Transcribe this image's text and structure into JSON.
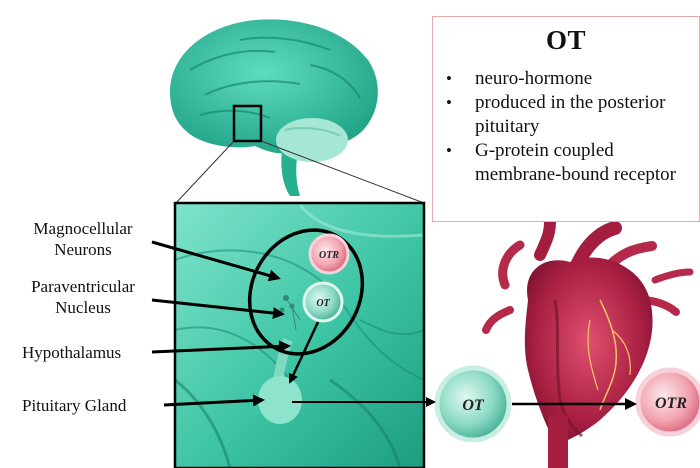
{
  "info_box": {
    "title": "OT",
    "bullets": [
      "neuro-hormone",
      "produced in the posterior pituitary",
      "G-protein coupled membrane-bound receptor"
    ]
  },
  "labels": {
    "magnocellular": [
      "Magnocellular",
      "Neurons"
    ],
    "paraventricular": [
      "Paraventricular",
      "Nucleus"
    ],
    "hypothalamus": "Hypothalamus",
    "pituitary": "Pituitary Gland"
  },
  "circles": {
    "otr_small": "OTR",
    "ot_small": "OT",
    "ot_large": "OT",
    "otr_large": "OTR"
  },
  "colors": {
    "teal": "#3fc6a6",
    "teal_dark": "#1f8f78",
    "heart_red": "#b5264a",
    "receptor_pink": "#e37a8c",
    "box_border": "#e7a9ad"
  }
}
